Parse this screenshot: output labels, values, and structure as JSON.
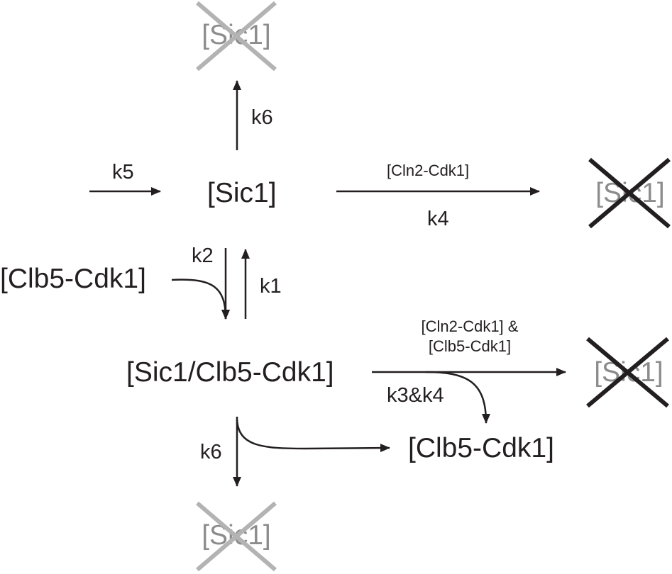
{
  "species": {
    "sic1_center": "[Sic1]",
    "clb5_left": "[Clb5-Cdk1]",
    "complex": "[Sic1/Clb5-Cdk1]",
    "clb5_product": "[Clb5-Cdk1]",
    "degraded_top": "[Sic1]",
    "degraded_right_upper": "[Sic1]",
    "degraded_right_lower": "[Sic1]",
    "degraded_bottom": "[Sic1]"
  },
  "rates": {
    "k5": "k5",
    "k6_top": "k6",
    "k4": "k4",
    "k2": "k2",
    "k1": "k1",
    "k3k4": "k3&k4",
    "k6_bottom": "k6"
  },
  "catalysts": {
    "cln2_upper": "[Cln2-Cdk1]",
    "cln2_lower_line1": "[Cln2-Cdk1] &",
    "cln2_lower_line2": "[Clb5-Cdk1]"
  },
  "colors": {
    "ink": "#231f20",
    "degraded_text": "#8c8c8c",
    "cross_light": "#b3b3b3",
    "cross_dark": "#231f20"
  }
}
